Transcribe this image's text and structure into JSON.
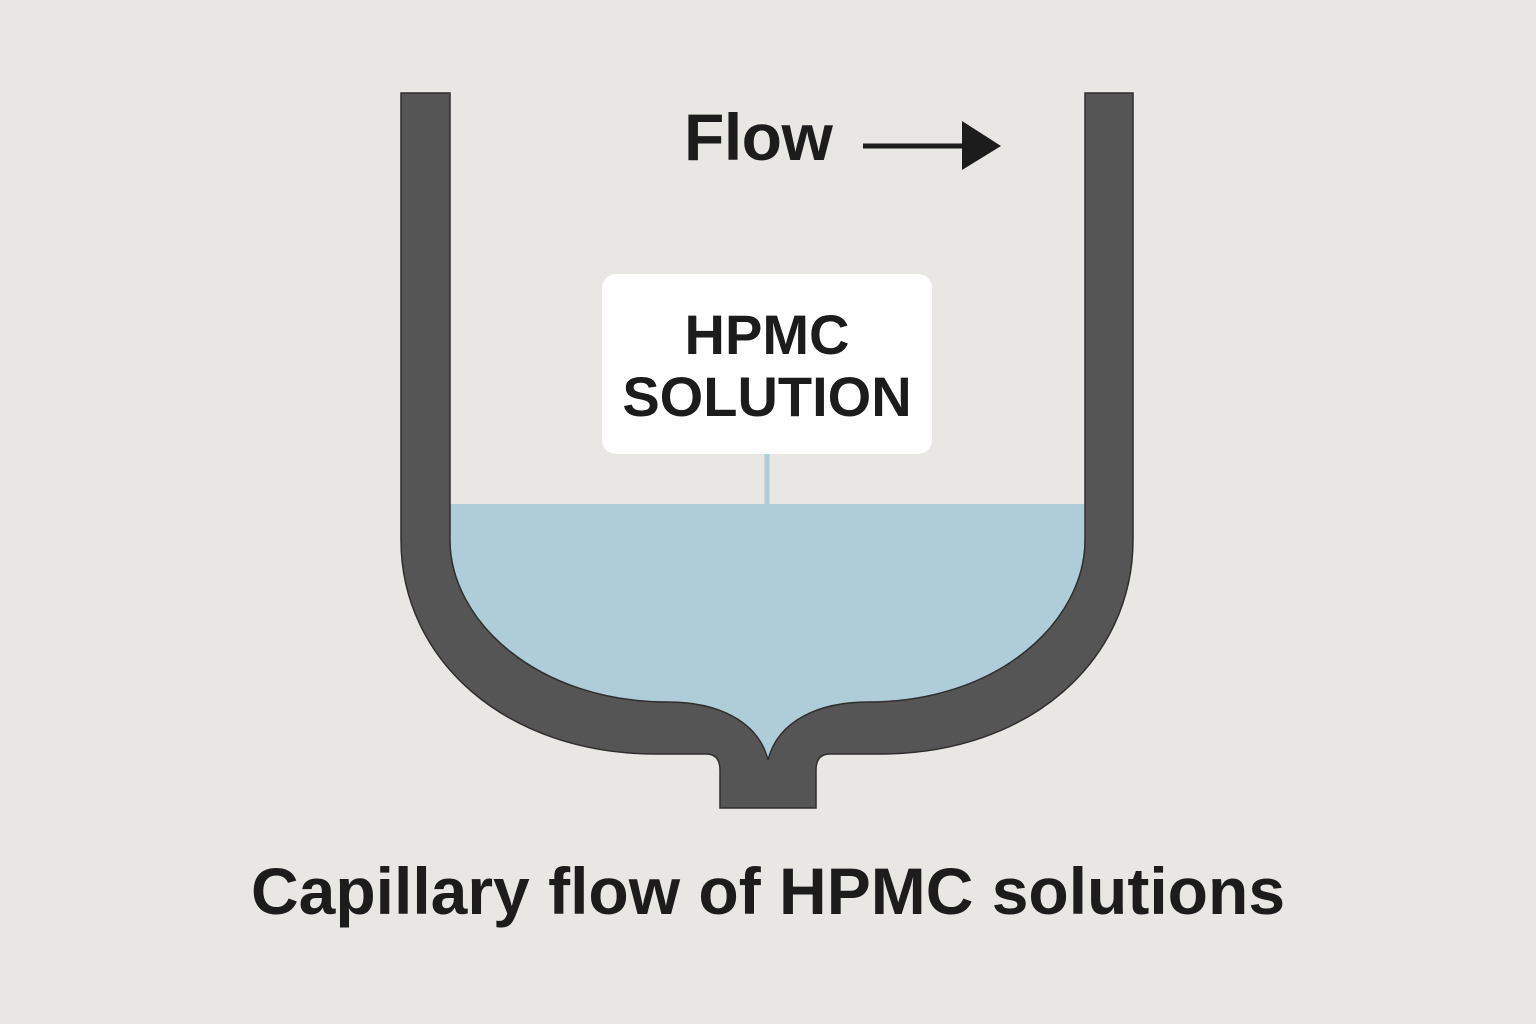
{
  "diagram": {
    "flow_label": "Flow",
    "flow_direction_icon": "arrow-right-icon",
    "solution_label": {
      "line1": "HPMC",
      "line2": "SOLUTION"
    },
    "caption": "Capillary flow of HPMC solutions"
  },
  "colors": {
    "background": "#e9e7e4",
    "vessel_wall": "#555555",
    "liquid": "#aecdd9",
    "text": "#1c1c1c",
    "label_box": "#ffffff"
  }
}
